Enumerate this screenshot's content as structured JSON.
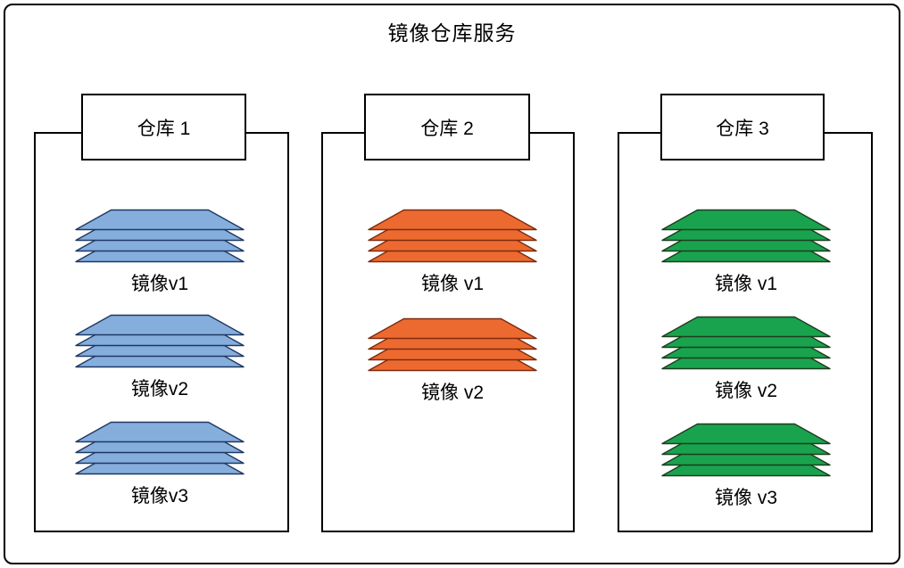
{
  "title": "镜像仓库服务",
  "colors": {
    "background": "#FFFFFF",
    "frame": "#000000",
    "blue": {
      "fill": "#85AEDC",
      "stroke": "#1F3864"
    },
    "orange": {
      "fill": "#EC6A30",
      "stroke": "#7F2A0D"
    },
    "green": {
      "fill": "#1AA34E",
      "stroke": "#1D3D1F"
    }
  },
  "repositories": [
    {
      "name": "仓库 1",
      "color": "blue",
      "images": [
        {
          "label": "镜像v1"
        },
        {
          "label": "镜像v2"
        },
        {
          "label": "镜像v3"
        }
      ]
    },
    {
      "name": "仓库 2",
      "color": "orange",
      "images": [
        {
          "label": "镜像 v1"
        },
        {
          "label": "镜像 v2"
        }
      ]
    },
    {
      "name": "仓库 3",
      "color": "green",
      "images": [
        {
          "label": "镜像 v1"
        },
        {
          "label": "镜像 v2"
        },
        {
          "label": "镜像 v3"
        }
      ]
    }
  ]
}
